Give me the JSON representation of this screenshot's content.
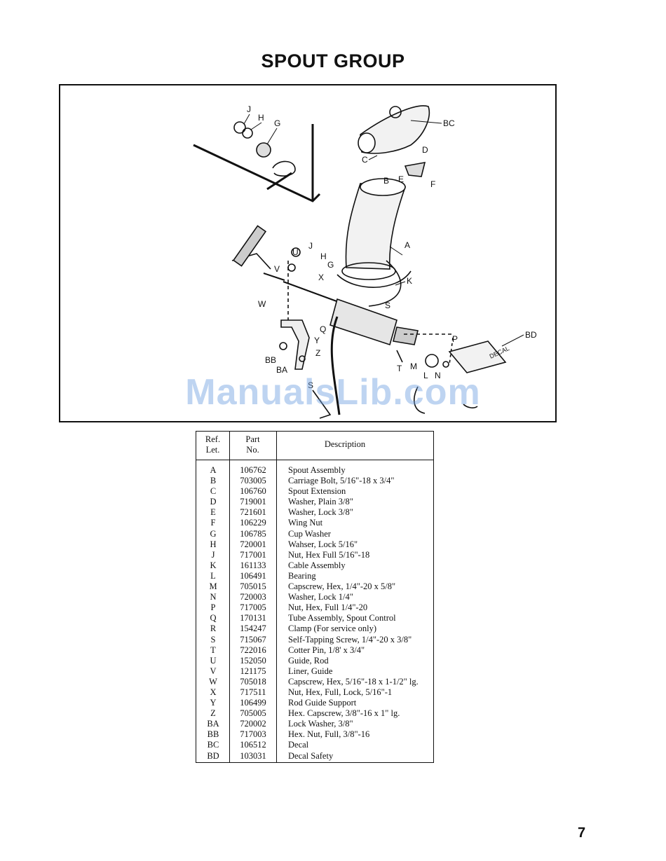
{
  "page": {
    "title": "SPOUT GROUP",
    "page_number": "7",
    "watermark": "ManualsLib.com"
  },
  "diagram": {
    "callouts": [
      "J",
      "H",
      "G",
      "BC",
      "C",
      "D",
      "B",
      "E",
      "F",
      "A",
      "J",
      "H",
      "G",
      "U",
      "V",
      "X",
      "K",
      "W",
      "S",
      "Q",
      "Y",
      "Z",
      "BB",
      "BA",
      "P",
      "BD",
      "T",
      "M",
      "L",
      "N",
      "S"
    ],
    "decal_text": "DECAL"
  },
  "table": {
    "headers": {
      "ref_line1": "Ref.",
      "ref_line2": "Let.",
      "part_line1": "Part",
      "part_line2": "No.",
      "description": "Description"
    },
    "rows": [
      {
        "ref": "A",
        "part": "106762",
        "desc": "Spout Assembly"
      },
      {
        "ref": "B",
        "part": "703005",
        "desc": "Carriage Bolt, 5/16\"-18 x 3/4\""
      },
      {
        "ref": "C",
        "part": "106760",
        "desc": "Spout Extension"
      },
      {
        "ref": "D",
        "part": "719001",
        "desc": "Washer, Plain 3/8\""
      },
      {
        "ref": "E",
        "part": "721601",
        "desc": "Washer, Lock 3/8\""
      },
      {
        "ref": "F",
        "part": "106229",
        "desc": "Wing Nut"
      },
      {
        "ref": "G",
        "part": "106785",
        "desc": "Cup Washer"
      },
      {
        "ref": "H",
        "part": "720001",
        "desc": "Wahser, Lock 5/16\""
      },
      {
        "ref": "J",
        "part": "717001",
        "desc": "Nut, Hex Full 5/16\"-18"
      },
      {
        "ref": "K",
        "part": "161133",
        "desc": "Cable Assembly"
      },
      {
        "ref": "L",
        "part": "106491",
        "desc": "Bearing"
      },
      {
        "ref": "M",
        "part": "705015",
        "desc": "Capscrew, Hex, 1/4\"-20 x 5/8\""
      },
      {
        "ref": "N",
        "part": "720003",
        "desc": "Washer, Lock 1/4\""
      },
      {
        "ref": "P",
        "part": "717005",
        "desc": "Nut, Hex, Full 1/4\"-20"
      },
      {
        "ref": "Q",
        "part": "170131",
        "desc": "Tube Assembly, Spout Control"
      },
      {
        "ref": "R",
        "part": "154247",
        "desc": "Clamp (For service only)"
      },
      {
        "ref": "S",
        "part": "715067",
        "desc": "Self-Tapping Screw, 1/4\"-20 x 3/8\""
      },
      {
        "ref": "T",
        "part": "722016",
        "desc": "Cotter Pin, 1/8' x 3/4\""
      },
      {
        "ref": "U",
        "part": "152050",
        "desc": "Guide, Rod"
      },
      {
        "ref": "V",
        "part": "121175",
        "desc": "Liner, Guide"
      },
      {
        "ref": "W",
        "part": "705018",
        "desc": "Capscrew, Hex, 5/16\"-18 x 1-1/2\" lg."
      },
      {
        "ref": "X",
        "part": "717511",
        "desc": "Nut, Hex, Full, Lock, 5/16\"-1"
      },
      {
        "ref": "Y",
        "part": "106499",
        "desc": "Rod Guide Support"
      },
      {
        "ref": "Z",
        "part": "705005",
        "desc": "Hex. Capscrew, 3/8\"-16 x 1\" lg."
      },
      {
        "ref": "BA",
        "part": "720002",
        "desc": "Lock Washer, 3/8\""
      },
      {
        "ref": "BB",
        "part": "717003",
        "desc": "Hex. Nut, Full, 3/8\"-16"
      },
      {
        "ref": "BC",
        "part": "106512",
        "desc": "Decal"
      },
      {
        "ref": "BD",
        "part": "103031",
        "desc": "Decal Safety"
      }
    ]
  }
}
